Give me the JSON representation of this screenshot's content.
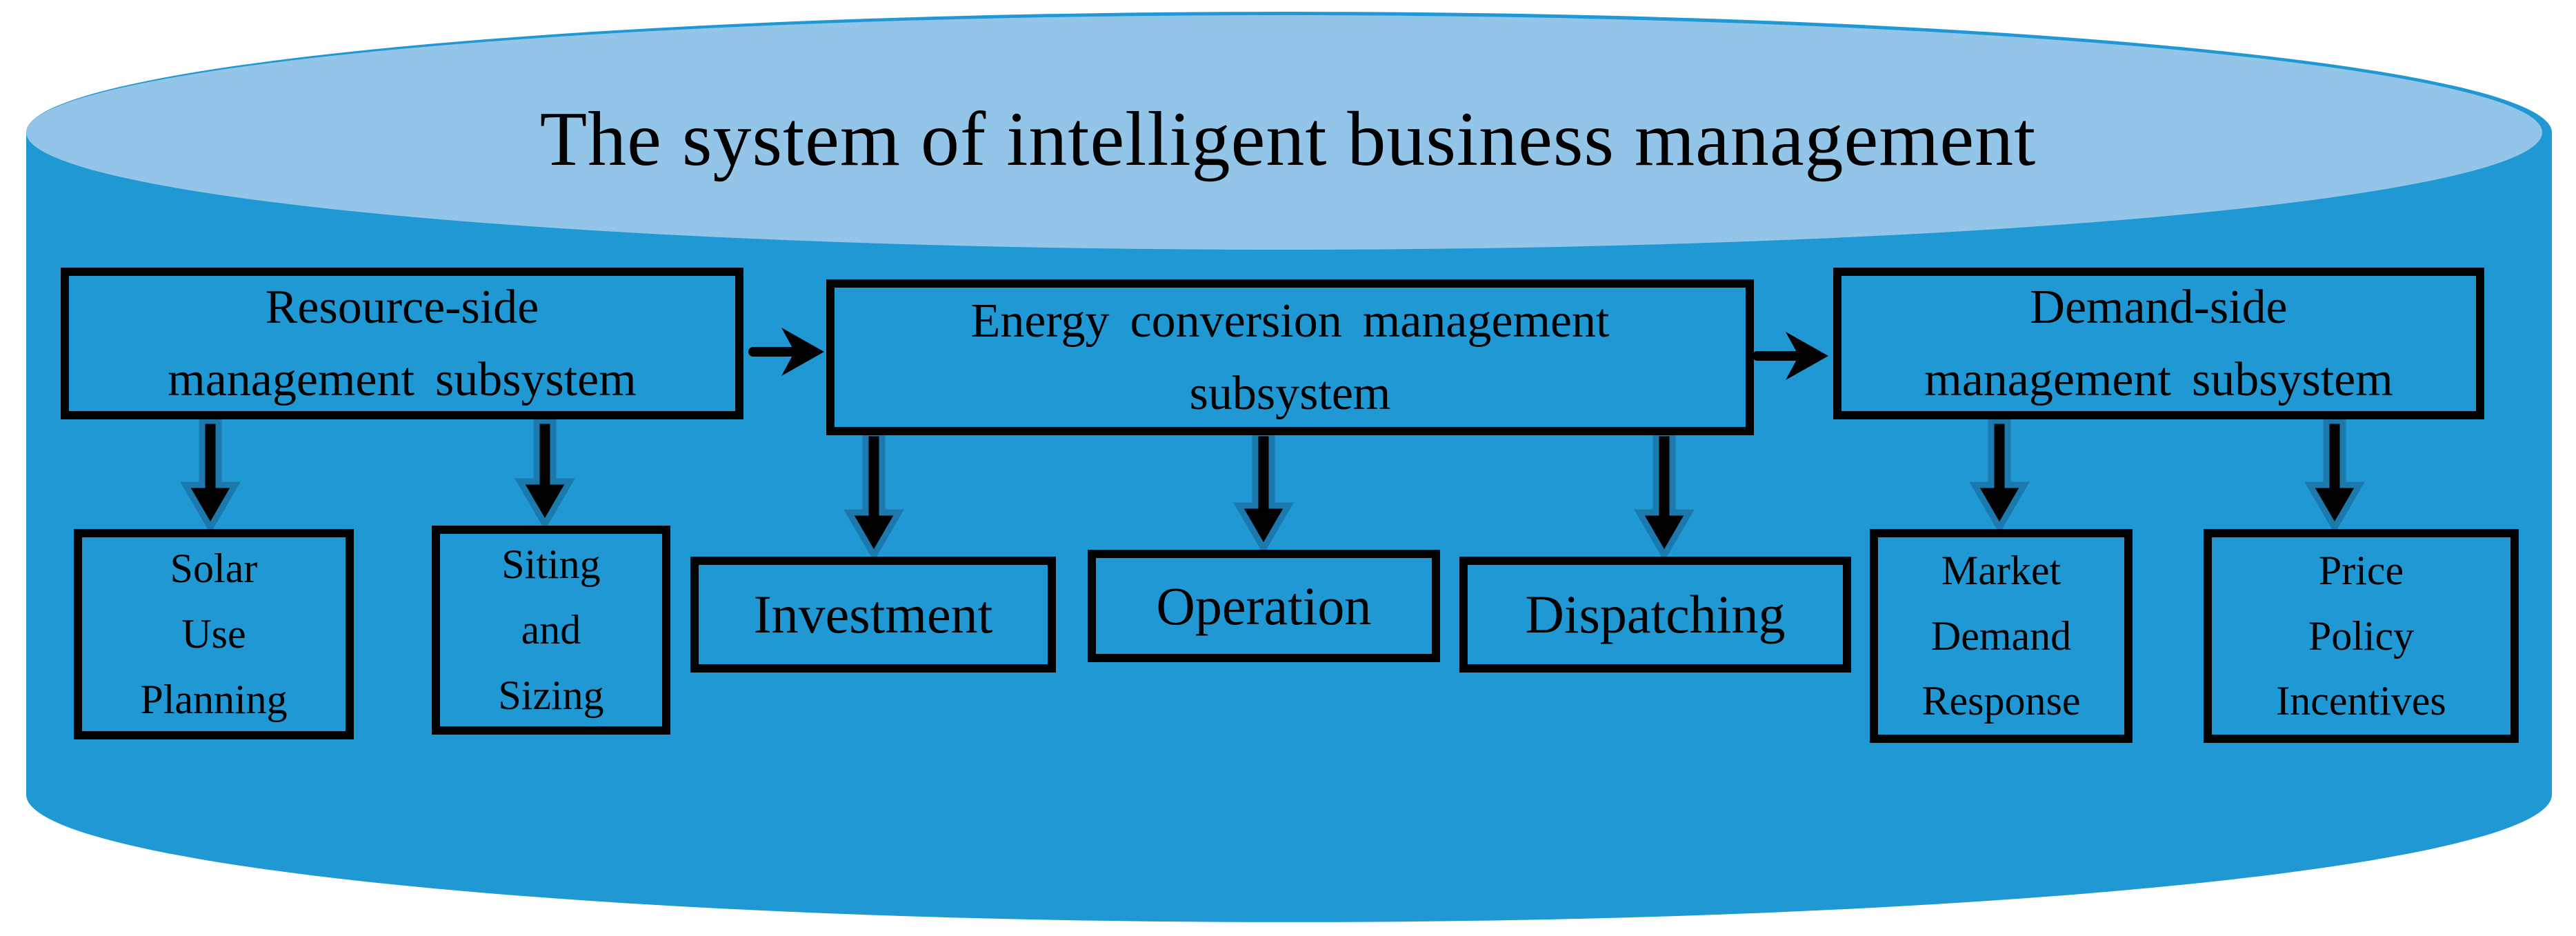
{
  "title": "The system of intelligent business management",
  "colors": {
    "cylinder_body": "#2098d3",
    "cylinder_top": "#93c5e9",
    "arrow_outline": "#1b79ad",
    "box_border": "#000000",
    "text": "#000000",
    "background": "#ffffff"
  },
  "subsystems": [
    {
      "id": "resource",
      "lines": [
        "Resource-side",
        "management subsystem"
      ]
    },
    {
      "id": "energy",
      "lines": [
        "Energy conversion management",
        "subsystem"
      ]
    },
    {
      "id": "demand",
      "lines": [
        "Demand-side",
        "management subsystem"
      ]
    }
  ],
  "functions": [
    {
      "id": "solar",
      "lines": [
        "Solar",
        "Use",
        "Planning"
      ]
    },
    {
      "id": "siting",
      "lines": [
        "Siting",
        "and",
        "Sizing"
      ]
    },
    {
      "id": "investment",
      "lines": [
        "Investment"
      ]
    },
    {
      "id": "operation",
      "lines": [
        "Operation"
      ]
    },
    {
      "id": "dispatching",
      "lines": [
        "Dispatching"
      ]
    },
    {
      "id": "market",
      "lines": [
        "Market",
        "Demand",
        "Response"
      ]
    },
    {
      "id": "price",
      "lines": [
        "Price",
        "Policy",
        "Incentives"
      ]
    }
  ]
}
